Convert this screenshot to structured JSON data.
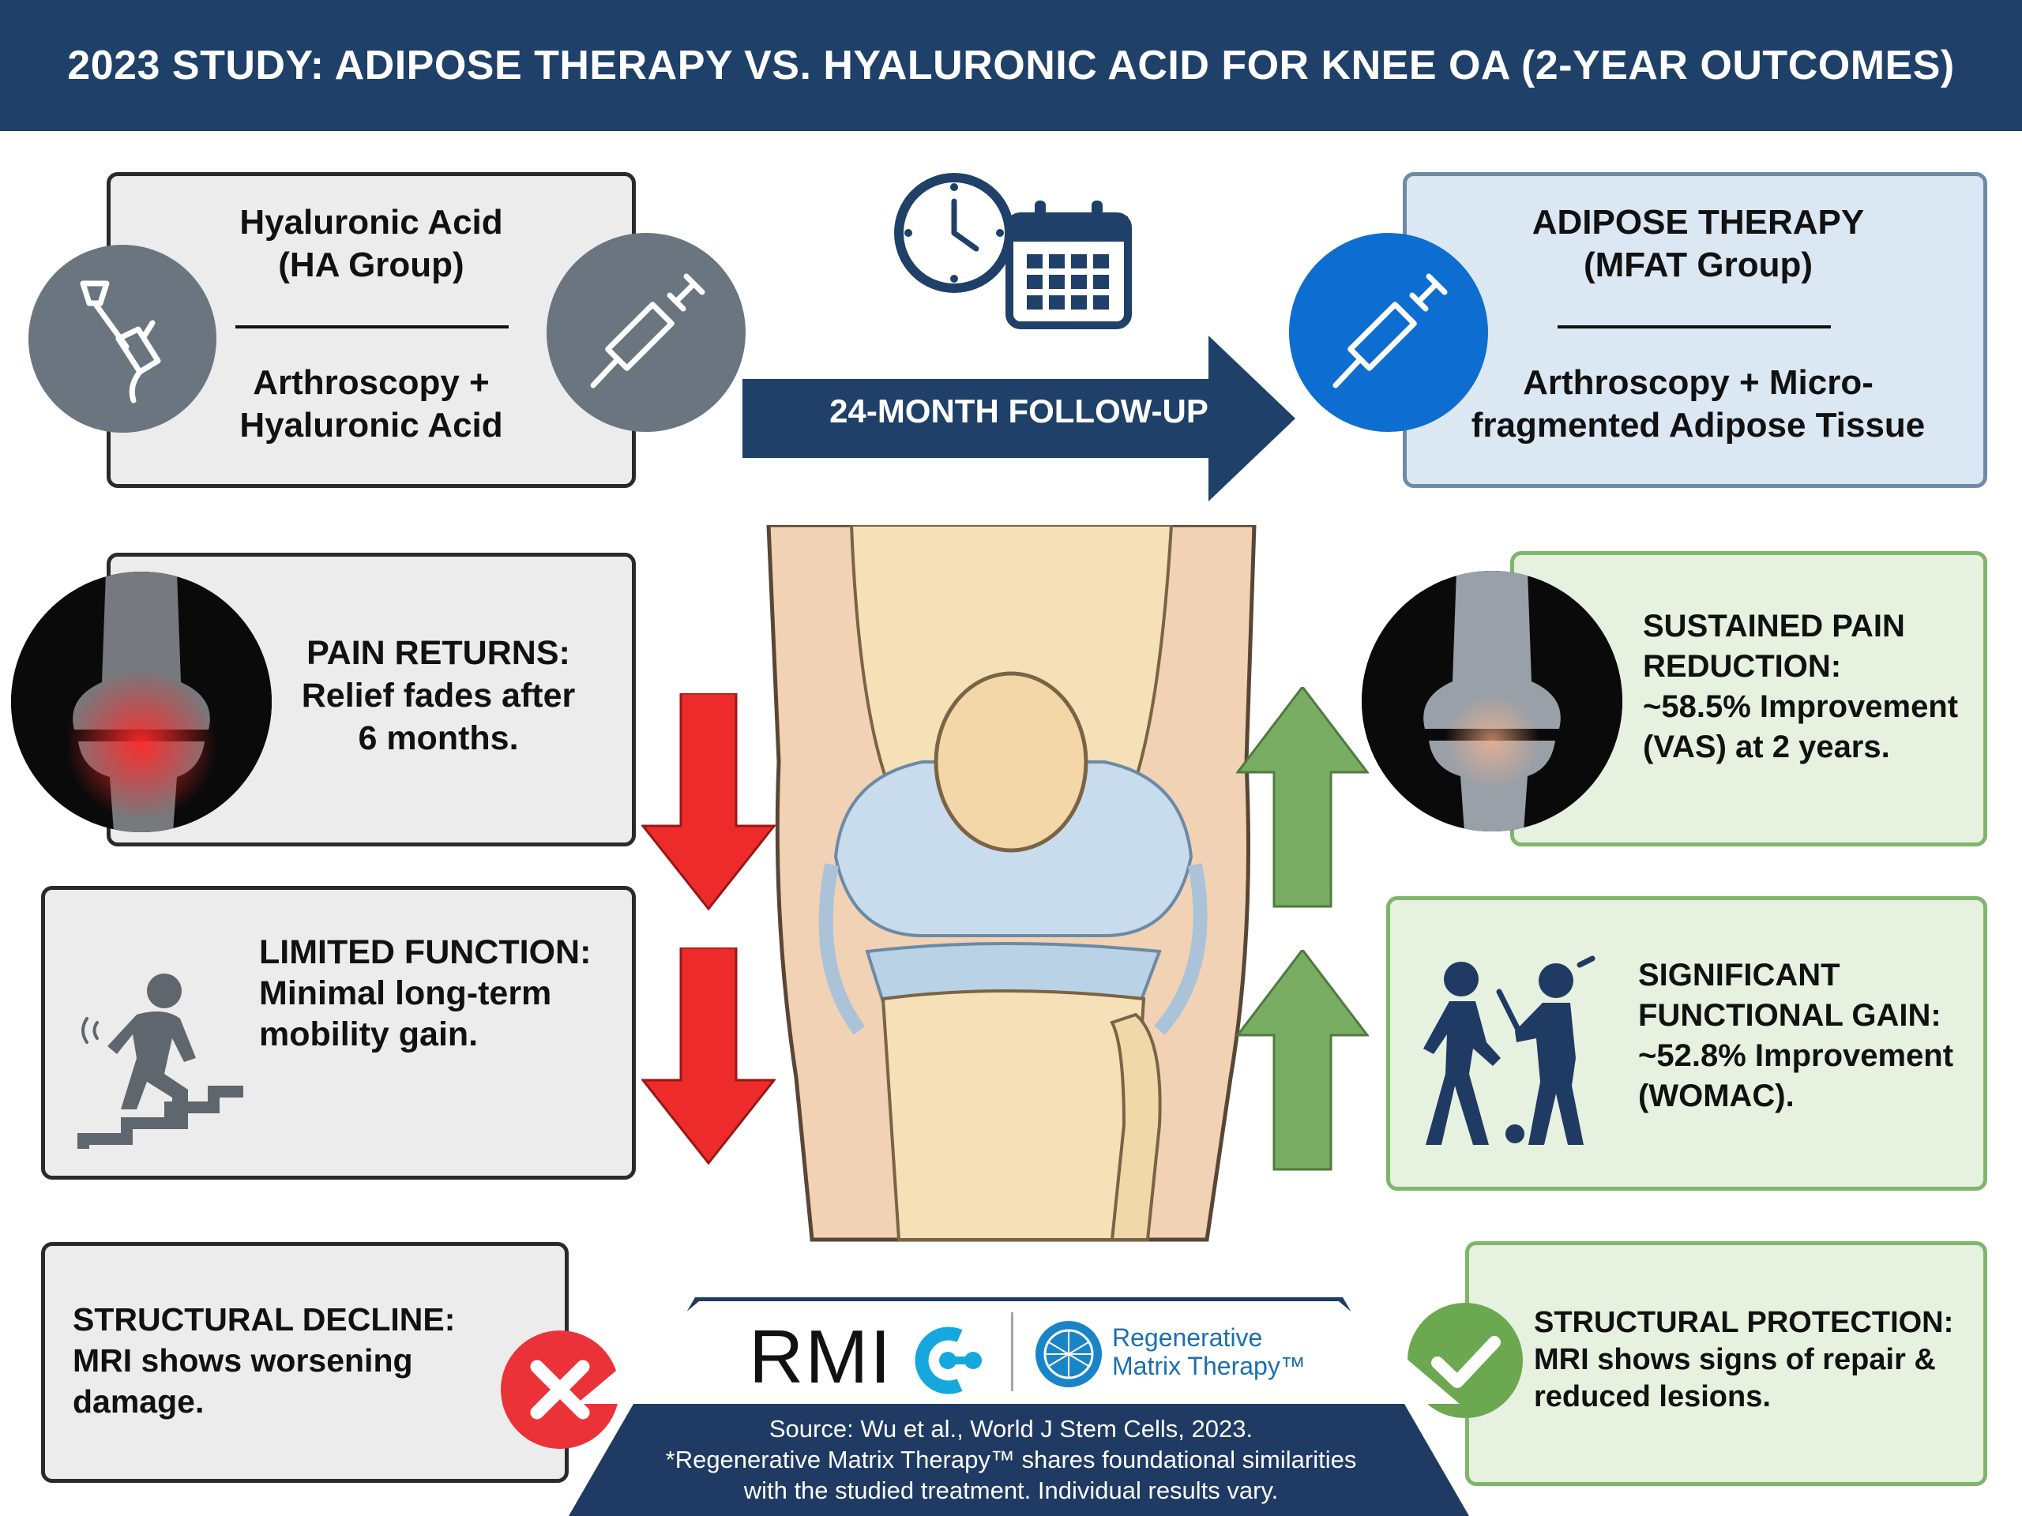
{
  "header": {
    "title": "2023 STUDY: ADIPOSE THERAPY VS. HYALURONIC ACID FOR KNEE OA (2-YEAR OUTCOMES)"
  },
  "ha_group": {
    "title_line1": "Hyaluronic Acid",
    "title_line2": "(HA Group)",
    "desc_line1": "Arthroscopy +",
    "desc_line2": "Hyaluronic Acid"
  },
  "mfat_group": {
    "title_line1": "ADIPOSE THERAPY",
    "title_line2": "(MFAT Group)",
    "desc_line1": "Arthroscopy + Micro-",
    "desc_line2": "fragmented Adipose Tissue"
  },
  "follow_up": {
    "label": "24-MONTH FOLLOW-UP"
  },
  "left_outcomes": {
    "pain": {
      "line1": "PAIN RETURNS:",
      "line2": "Relief fades after",
      "line3": "6 months."
    },
    "function": {
      "line1": "LIMITED FUNCTION:",
      "line2": "Minimal long-term",
      "line3": "mobility gain."
    },
    "structure": {
      "line1": "STRUCTURAL DECLINE:",
      "line2": "MRI shows worsening",
      "line3": "damage."
    }
  },
  "right_outcomes": {
    "pain": {
      "line1": "SUSTAINED PAIN",
      "line2": "REDUCTION:",
      "line3": "~58.5% Improvement",
      "line4": "(VAS) at 2 years."
    },
    "function": {
      "line1": "SIGNIFICANT",
      "line2": "FUNCTIONAL GAIN:",
      "line3": "~52.8% Improvement",
      "line4": "(WOMAC)."
    },
    "structure": {
      "line1": "STRUCTURAL PROTECTION:",
      "line2": "MRI shows signs of repair &",
      "line3": "reduced lesions."
    }
  },
  "brand": {
    "rmi": "RMI",
    "rmt_line1": "Regenerative",
    "rmt_line2": "Matrix Therapy™"
  },
  "source": {
    "line1": "Source: Wu et al., World J Stem Cells, 2023.",
    "line2": "*Regenerative Matrix Therapy™ shares foundational similarities",
    "line3": "with the studied treatment. Individual results vary."
  },
  "icons": {
    "arthroscope": "arthroscope-icon",
    "syringe": "syringe-icon",
    "clock": "clock-icon",
    "calendar": "calendar-icon",
    "stairs_person": "person-stairs-icon",
    "walking_golfer": "walking-golfer-icon",
    "x_mark": "x-mark-icon",
    "check_mark": "check-mark-icon",
    "knee": "knee-joint-illustration"
  },
  "colors": {
    "header": "#1f4068",
    "down_arrow": "#ee2b2b",
    "up_arrow": "#79ad63",
    "follow_arrow": "#1f4068",
    "green_panel": "#e6f1df",
    "blue_panel": "#dbe7f3",
    "gray_panel": "#ececec"
  }
}
